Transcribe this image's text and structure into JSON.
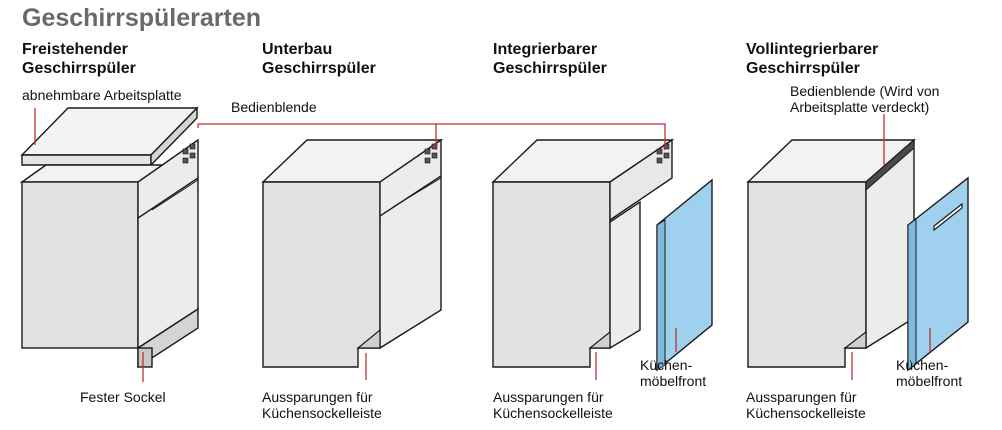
{
  "title": "Geschirrspülerarten",
  "types": [
    {
      "line1": "Freistehender",
      "line2": "Geschirrspüler"
    },
    {
      "line1": "Unterbau",
      "line2": "Geschirrspüler"
    },
    {
      "line1": "Integrierbarer",
      "line2": "Geschirrspüler"
    },
    {
      "line1": "Vollintegrierbarer",
      "line2": "Geschirrspüler"
    }
  ],
  "labels": {
    "worktop": "abnehmbare Arbeitsplatte",
    "control_panel": "Bedienblende",
    "hidden_panel_line1": "Bedienblende (Wird von",
    "hidden_panel_line2": "Arbeitsplatte verdeckt)",
    "fixed_base": "Fester Sockel",
    "recess_line1": "Aussparungen für",
    "recess_line2": "Küchensockelleiste",
    "front_line1": "Küchen-",
    "front_line2": "möbelfront"
  },
  "colors": {
    "body": "#e2e2e2",
    "side": "#ececec",
    "top": "#f4f4f4",
    "front_panel": "#9fd0ee",
    "leader": "#c0303b",
    "outline": "#1a1a1a"
  }
}
